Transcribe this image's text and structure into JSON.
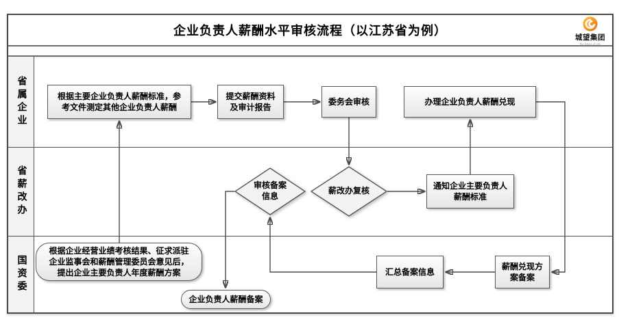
{
  "title": "企业负责人薪酬水平审核流程（以江苏省为例）",
  "logo": {
    "name": "城望集团",
    "tagline": "the future of city",
    "icon": "swirl-icon",
    "color_orange": "#e96d12",
    "color_yellow": "#f9c23c"
  },
  "lanes": [
    {
      "id": "provincial-enterprises",
      "label": "省属企业"
    },
    {
      "id": "salary-reform-office",
      "label": "省薪改办"
    },
    {
      "id": "sasac",
      "label": "国资委"
    }
  ],
  "nodes": {
    "measure": {
      "shape": "rect",
      "lane": "省属企业",
      "text": "根据主要企业负责人薪酬标准，参考文件测定其他企业负责人薪酬"
    },
    "submit": {
      "shape": "rect",
      "lane": "省属企业",
      "text": "提交薪酬资料及审计报告"
    },
    "committee": {
      "shape": "rect",
      "lane": "省属企业",
      "text": "委务会审核"
    },
    "implement": {
      "shape": "rect",
      "lane": "省属企业",
      "text": "办理企业负责人薪酬兑现"
    },
    "reviewFiling": {
      "shape": "diamond",
      "lane": "省薪改办",
      "text": "审核备案信息"
    },
    "recheck": {
      "shape": "diamond",
      "lane": "省薪改办",
      "text": "薪改办复核"
    },
    "notify": {
      "shape": "rect",
      "lane": "省薪改办",
      "text": "通知企业主要负责人薪酬标准"
    },
    "annualPlan": {
      "shape": "rounded",
      "lane": "国资委",
      "text": "根据企业经营业绩考核结果、征求派驻企业监事会和薪酬管理委员会意见后，提出企业主要负责人年度薪酬方案"
    },
    "leaderFiling": {
      "shape": "stadium",
      "lane": "国资委",
      "text": "企业负责人薪酬备案"
    },
    "summarize": {
      "shape": "rect",
      "lane": "国资委",
      "text": "汇总备案信息"
    },
    "implFiling": {
      "shape": "rect",
      "lane": "国资委",
      "text": "薪酬兑现方案备案"
    }
  },
  "edges": [
    {
      "from": "measure",
      "to": "submit"
    },
    {
      "from": "submit",
      "to": "committee"
    },
    {
      "from": "committee",
      "to": "recheck"
    },
    {
      "from": "recheck",
      "to": "notify"
    },
    {
      "from": "notify",
      "to": "implement"
    },
    {
      "from": "implement",
      "to": "implFiling"
    },
    {
      "from": "implFiling",
      "to": "summarize"
    },
    {
      "from": "summarize",
      "to": "reviewFiling"
    },
    {
      "from": "reviewFiling",
      "to": "leaderFiling"
    },
    {
      "from": "annualPlan",
      "to": "measure"
    }
  ],
  "colors": {
    "line": "#4a4a4a",
    "box_border": "#585858",
    "box_fill": "#f1f1f1",
    "lane_label_bg": "#f2f2f2"
  }
}
